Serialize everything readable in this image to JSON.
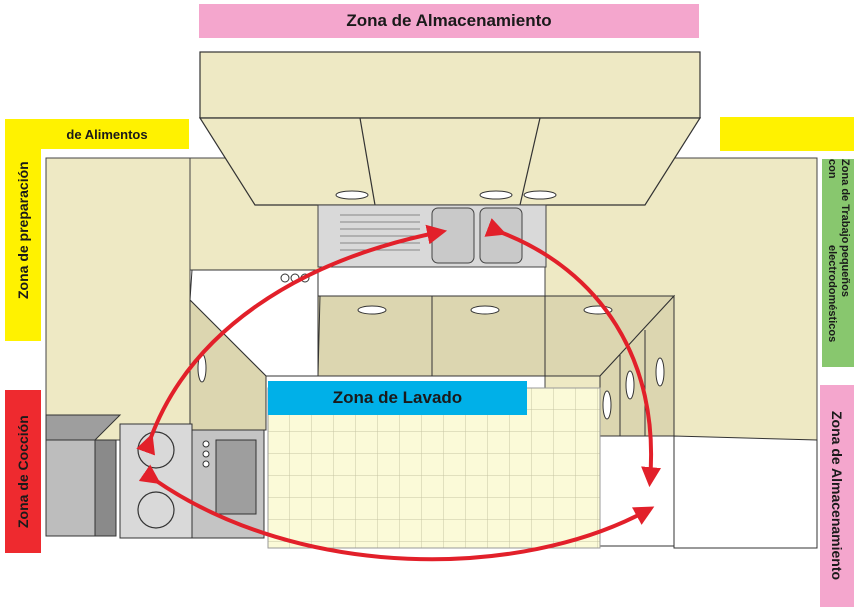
{
  "labels": {
    "storage_top": "Zona de Almacenamiento",
    "prep_line1": "de Alimentos",
    "prep_line2": "Zona de preparación",
    "work_line1": "Zona de Trabajo con",
    "work_line2": "pequeños electrodomésticos",
    "washing": "Zona de Lavado",
    "cooking": "Zona de Cocción",
    "storage_right": "Zona de Almacenamiento"
  },
  "colors": {
    "pink": "#f4a6cd",
    "yellow": "#fff200",
    "green": "#88c76e",
    "blue": "#00b0e8",
    "red": "#ee2a2f",
    "cabinet": "#eee9c4",
    "cabinet_shade": "#dcd6b0",
    "arrow": "#e2202a"
  }
}
